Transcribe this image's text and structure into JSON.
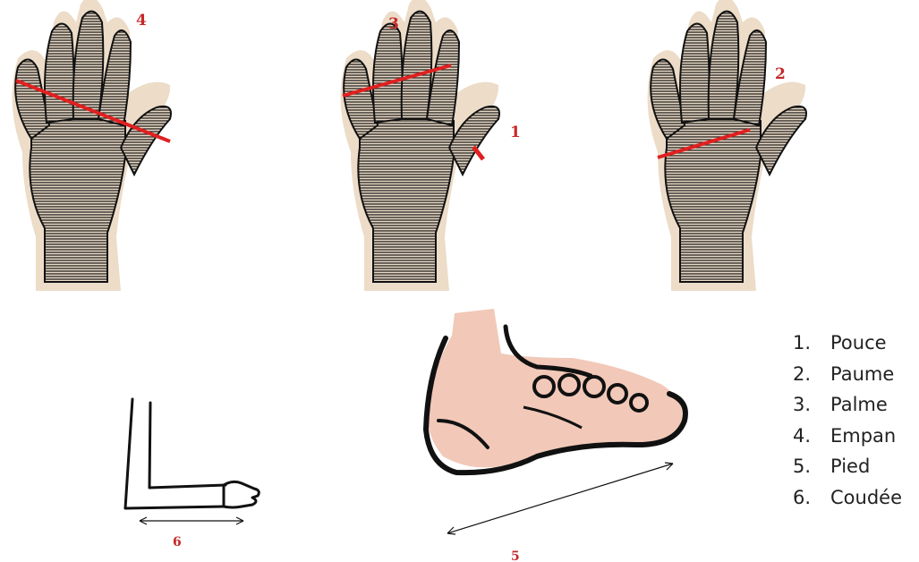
{
  "labels": {
    "hand_empan": "4",
    "hand_palme": "3",
    "hand_pouce": "1",
    "hand_paume": "2",
    "foot": "5",
    "arm": "6"
  },
  "legend": [
    {
      "index": "1.",
      "text": "Pouce"
    },
    {
      "index": "2.",
      "text": "Paume"
    },
    {
      "index": "3.",
      "text": "Palme"
    },
    {
      "index": "4.",
      "text": "Empan"
    },
    {
      "index": "5.",
      "text": "Pied"
    },
    {
      "index": "6.",
      "text": "Coudée"
    }
  ],
  "colors": {
    "measure_line": "#e02020",
    "label": "#c62828",
    "skin": "#f2c8b8",
    "hand_shadow": "#e9d9c6",
    "ink": "#111111"
  }
}
